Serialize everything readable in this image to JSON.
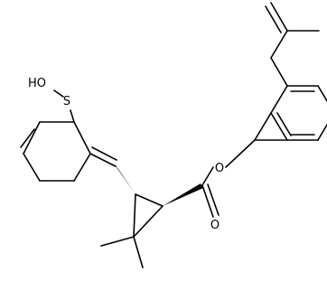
{
  "molecule": {
    "atom_labels": [
      {
        "key": "hydroxyl",
        "text": "HO"
      },
      {
        "key": "sulfur",
        "text": "S"
      },
      {
        "key": "ester_oxygen",
        "text": "O"
      },
      {
        "key": "carbonyl_oxygen",
        "text": "O"
      }
    ]
  },
  "style": {
    "bond_color": "#000000",
    "background": "#ffffff"
  }
}
